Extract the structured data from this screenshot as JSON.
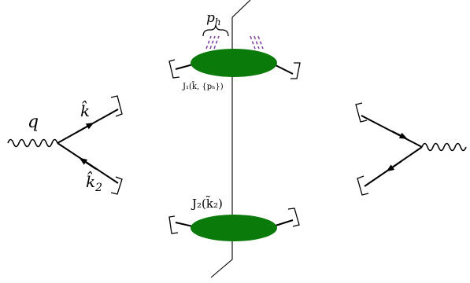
{
  "labels": {
    "photon": "q",
    "quark": "k̂",
    "antiquark_hat": "k̂",
    "antiquark_sub": "2",
    "jet1": "J₁(k̃, {pₕ})",
    "jet2": "J₂(k̃₂)",
    "hadron_p": "p",
    "hadron_sub": "h"
  },
  "colors": {
    "blob": "#0a7a0a",
    "hadron_lines": "#7a3fa0",
    "lines": "#000000"
  }
}
